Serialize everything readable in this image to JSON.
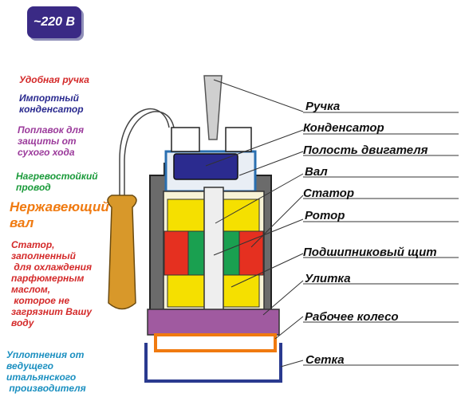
{
  "badge": {
    "text": "~220 В"
  },
  "notes": [
    {
      "text": "Удобная ручка",
      "color": "#d42a2a"
    },
    {
      "text": "Импортный\nконденсатор",
      "color": "#2a2a8f"
    },
    {
      "text": "Поплавок для\nзащиты от\nсухого хода",
      "color": "#9b3a9b"
    },
    {
      "text": "Нагревостойкий\nпровод",
      "color": "#1a9a3a"
    },
    {
      "text": "Нержавеющий\nвал",
      "color": "#f07a10"
    },
    {
      "text": "Статор,\nзаполненный\n для охлаждения\nпарфюмерным\nмаслом,\n которое не\nзагрязнит Вашу\nводу",
      "color": "#d42a2a"
    },
    {
      "text": "Уплотнения от\nведущего\nитальянского\n производителя",
      "color": "#1a8fc0"
    }
  ],
  "labels": [
    "Ручка",
    "Конденсатор",
    "Полость двигателя",
    "Вал",
    "Статор",
    "Ротор",
    "Подшипниковый щит",
    "Улитка",
    "Рабочее колесо",
    "Сетка"
  ],
  "colors": {
    "stator": "#e53020",
    "rotor": "#1aa050",
    "winding": "#f5e000",
    "body": "#6b6b6b",
    "cavity": "#2a6fb0",
    "capacitor": "#2b2b8f",
    "volute": "#a05aa0",
    "impeller": "#f07a10",
    "grid": "#2a3a8f",
    "float": "#d8982a"
  }
}
